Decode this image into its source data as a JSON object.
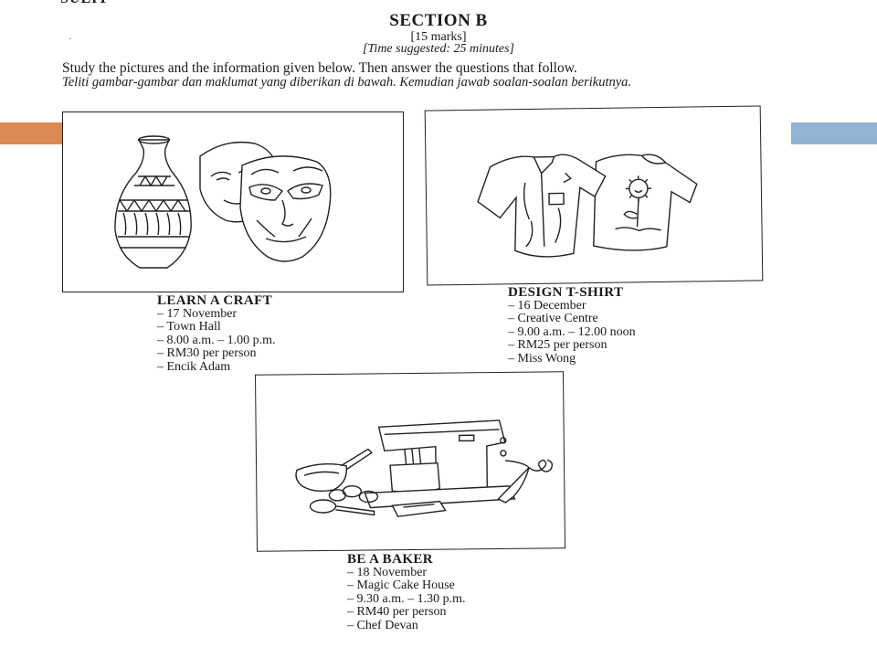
{
  "header": {
    "cut_text": "SULIT",
    "section_title": "SECTION B",
    "marks": "[15 marks]",
    "time": "[Time suggested: 25 minutes]"
  },
  "instructions": {
    "english": "Study the pictures and the information given below. Then answer the questions that follow.",
    "malay": "Teliti gambar-gambar dan maklumat yang diberikan di bawah. Kemudian jawab soalan-soalan berikutnya."
  },
  "activities": {
    "craft": {
      "title": "LEARN A CRAFT",
      "details": [
        "17 November",
        "Town Hall",
        "8.00 a.m. – 1.00 p.m.",
        "RM30 per person",
        "Encik Adam"
      ]
    },
    "tshirt": {
      "title": "DESIGN T-SHIRT",
      "details": [
        "16 December",
        "Creative Centre",
        "9.00 a.m. – 12.00 noon",
        "RM25 per person",
        "Miss Wong"
      ]
    },
    "baker": {
      "title": "BE A BAKER",
      "details": [
        "18 November",
        "Magic Cake House",
        "9.30 a.m. – 1.30 p.m.",
        "RM40 per person",
        "Chef Devan"
      ]
    }
  },
  "theme": {
    "left_bar_color": "#d98a52",
    "right_bar_color": "#93b3d4"
  }
}
